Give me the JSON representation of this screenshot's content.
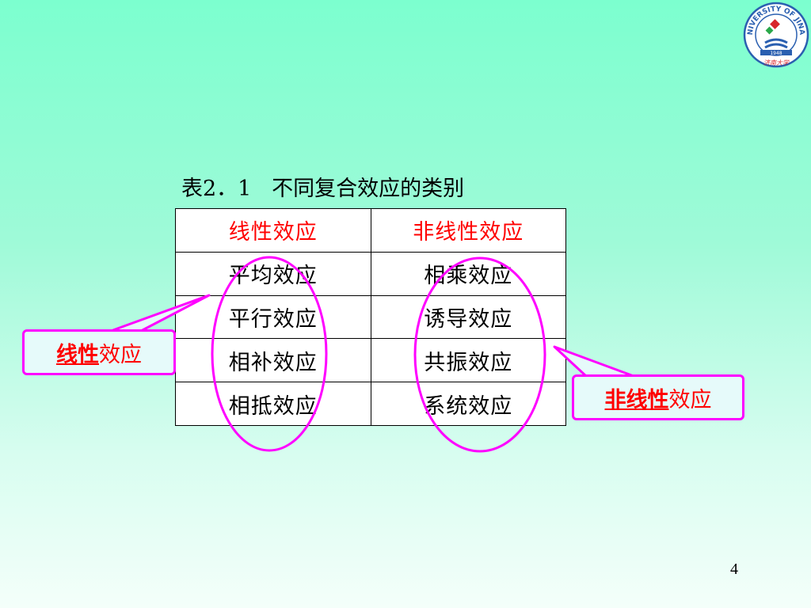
{
  "table": {
    "caption": "表2．1   不同复合效应的类别",
    "header": [
      "线性效应",
      "非线性效应"
    ],
    "rows": [
      [
        "平均效应",
        "相乘效应"
      ],
      [
        "平行效应",
        "诱导效应"
      ],
      [
        "相补效应",
        "共振效应"
      ],
      [
        "相抵效应",
        "系统效应"
      ]
    ]
  },
  "callouts": {
    "linear": {
      "strong": "线性",
      "rest": "效应"
    },
    "nonlinear": {
      "strong": "非线性",
      "rest": "效应"
    }
  },
  "logo": {
    "ring_text": "UNIVERSITY OF JINAN",
    "year": "1948",
    "name": "济南大学"
  },
  "page_number": "4",
  "colors": {
    "accent_red": "#ff0000",
    "callout_border": "#ff00ff",
    "ellipse": "#ff00ff",
    "logo_blue": "#2a5fb0"
  }
}
